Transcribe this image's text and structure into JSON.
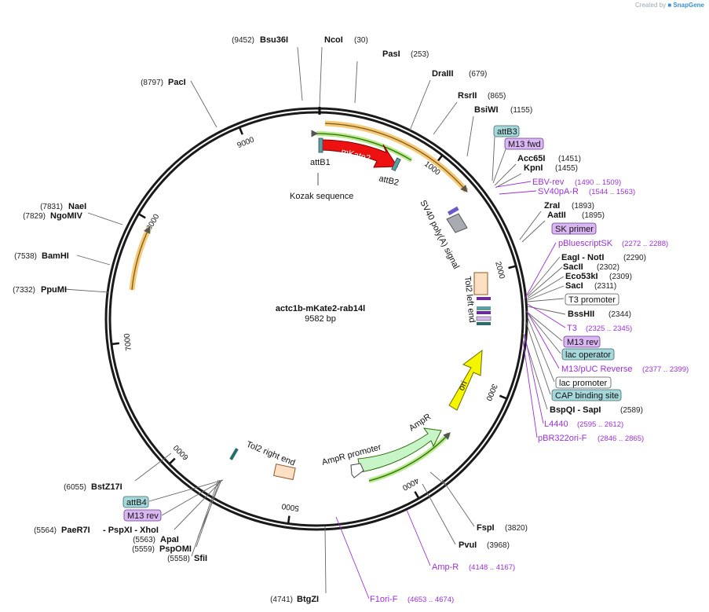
{
  "credit": {
    "prefix": "Created by",
    "brand": "SnapGene"
  },
  "plasmid": {
    "name": "actc1b-mKate2-rab14l",
    "size": "9582 bp"
  },
  "ticks": [
    "1000",
    "2000",
    "3000",
    "4000",
    "5000",
    "6000",
    "7000",
    "8000",
    "9000"
  ],
  "enzymes": {
    "bsu36i": {
      "name": "Bsu36I",
      "pos": "(9452)"
    },
    "ncoi": {
      "name": "NcoI",
      "pos": "(30)"
    },
    "pasi": {
      "name": "PasI",
      "pos": "(253)"
    },
    "draiii": {
      "name": "DraIII",
      "pos": "(679)"
    },
    "rsrii": {
      "name": "RsrII",
      "pos": "(865)"
    },
    "bsiwi": {
      "name": "BsiWI",
      "pos": "(1155)"
    },
    "acc65i": {
      "name": "Acc65I",
      "pos": "(1451)"
    },
    "kpni": {
      "name": "KpnI",
      "pos": "(1455)"
    },
    "zrai": {
      "name": "ZraI",
      "pos": "(1893)"
    },
    "aatii": {
      "name": "AatII",
      "pos": "(1895)"
    },
    "eagi": {
      "name": "EagI - NotI",
      "pos": "(2290)"
    },
    "sacii": {
      "name": "SacII",
      "pos": "(2302)"
    },
    "eco53ki": {
      "name": "Eco53kI",
      "pos": "(2309)"
    },
    "saci": {
      "name": "SacI",
      "pos": "(2311)"
    },
    "bsshii": {
      "name": "BssHII",
      "pos": "(2344)"
    },
    "bspqi": {
      "name": "BspQI - SapI",
      "pos": "(2589)"
    },
    "fspi": {
      "name": "FspI",
      "pos": "(3820)"
    },
    "pvui": {
      "name": "PvuI",
      "pos": "(3968)"
    },
    "btgzi": {
      "name": "BtgZI",
      "pos": "(4741)"
    },
    "sfii": {
      "name": "SfiI",
      "pos": "(5558)"
    },
    "pspomi": {
      "name": "PspOMI",
      "pos": "(5559)"
    },
    "apai": {
      "name": "ApaI",
      "pos": "(5563)"
    },
    "paer7i": {
      "name": "PaeR7I",
      "pos": "(5564)",
      "rest": "- PspXI - XhoI"
    },
    "bstz17i": {
      "name": "BstZ17I",
      "pos": "(6055)"
    },
    "ppumi": {
      "name": "PpuMI",
      "pos": "(7332)"
    },
    "bamhi": {
      "name": "BamHI",
      "pos": "(7538)"
    },
    "ngomiv": {
      "name": "NgoMIV",
      "pos": "(7829)"
    },
    "naei": {
      "name": "NaeI",
      "pos": "(7831)"
    },
    "paci": {
      "name": "PacI",
      "pos": "(8797)"
    }
  },
  "primers": {
    "ebvrev": {
      "name": "EBV-rev",
      "pos": "(1490 .. 1509)"
    },
    "sv40par": {
      "name": "SV40pA-R",
      "pos": "(1544 .. 1563)"
    },
    "pbluescriptsk": {
      "name": "pBluescriptSK",
      "pos": "(2272 .. 2288)"
    },
    "t3": {
      "name": "T3",
      "pos": "(2325 .. 2345)"
    },
    "m13puc": {
      "name": "M13/pUC Reverse",
      "pos": "(2377 .. 2399)"
    },
    "l4440": {
      "name": "L4440",
      "pos": "(2595 .. 2612)"
    },
    "pbr322": {
      "name": "pBR322ori-F",
      "pos": "(2846 .. 2865)"
    },
    "ampr": {
      "name": "Amp-R",
      "pos": "(4148 .. 4167)"
    },
    "f1ori": {
      "name": "F1ori-F",
      "pos": "(4653 .. 4674)"
    }
  },
  "boxes": {
    "attb3": "attB3",
    "m13fwd": "M13 fwd",
    "skprimer": "SK primer",
    "t3promoter": "T3 promoter",
    "m13rev": "M13 rev",
    "lacoperator": "lac operator",
    "lacpromoter": "lac promoter",
    "cap": "CAP binding site",
    "attb4": "attB4",
    "m13rev2": "M13 rev"
  },
  "features": {
    "mkate2": "mKate2",
    "attb1": "attB1",
    "attb2": "attB2",
    "kozak": "Kozak sequence",
    "sv40": "SV40 poly(A) signal",
    "tol2left": "Tol2 left end",
    "ori": "ori",
    "ampr": "AmpR",
    "amprpromoter": "AmpR promoter",
    "tol2right": "Tol2 right end"
  },
  "colors": {
    "backbone": "#1a1a1a",
    "primer": "#9b30d9",
    "mkate2": "#ee1111",
    "ori": "#f5f500",
    "ampr": "#c8f5c8",
    "tol2": "#fde0c4",
    "orange_arc": "#f6c977",
    "green_arc": "#7fd13b",
    "box_teal": "#a6d8db",
    "box_purple": "#dab7f2"
  }
}
